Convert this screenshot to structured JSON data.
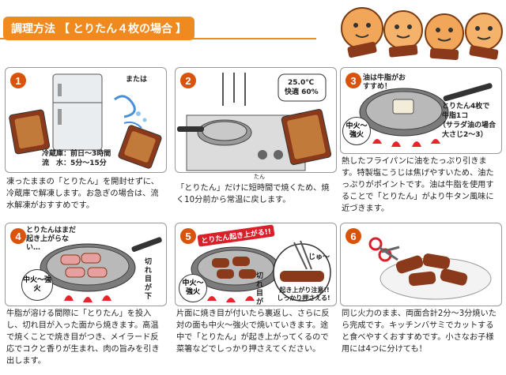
{
  "header": {
    "title": "調理方法",
    "subtitle": "とりたん４枚の場合"
  },
  "steps": [
    {
      "number": "1",
      "text": "凍ったままの「とりたん」を開封せずに、冷蔵庫で解凍します。お急ぎの場合は、流水解凍がおすすめです。",
      "labels": {
        "alt": "または",
        "time1": "冷蔵庫：前日〜3時間",
        "time2": "流　水：5分〜15分"
      }
    },
    {
      "number": "2",
      "text": "「とりたん」だけに短時間で焼くため、焼く10分前から常温に戻します。",
      "labels": {
        "furigana": "たん",
        "thermo": "25.0℃",
        "humid": "快適 60%"
      }
    },
    {
      "number": "3",
      "text": "熱したフライパンに油をたっぷり引きます。特製塩こうじは焦げやすいため、油たっぷりがポイントです。油は牛脂を使用することで「とりたん」がより牛タン風味に近づきます。",
      "labels": {
        "fat": "油は牛脂がおすすめ！",
        "fire": "中火〜強火",
        "amount1": "とりたん4枚で",
        "amount2": "牛脂1コ",
        "amount3": "（サラダ油の場合",
        "amount4": "大さじ2〜3）"
      }
    },
    {
      "number": "4",
      "text": "牛脂が溶ける間際に「とりたん」を投入し、切れ目が入った面から焼きます。高温で焼くことで焼き目がつき、メイラード反応でコクと香りが生まれ、肉の旨みを引き出します。",
      "labels": {
        "bend": "とりたんはまだ起き上がらない…",
        "fire": "中火〜強火",
        "cut": "切れ目が下"
      }
    },
    {
      "number": "5",
      "text": "片面に焼き目が付いたら裏返し、さらに反対の面も中火〜強火で焼いていきます。途中で「とりたん」が起き上がってくるので菜箸などでしっかり押さえてください。",
      "labels": {
        "rise": "とりたん起き上がる!!",
        "fire": "中火〜強火",
        "cut": "切れ目が上",
        "sizzle": "じゅ〜",
        "caution1": "起き上がり注意!!",
        "caution2": "しっかり押さえる!"
      }
    },
    {
      "number": "6",
      "text": "同じ火力のまま、両面合計2分〜3分焼いたら完成です。キッチンバサミでカットすると食べやすくおすすめです。小さなお子様用には4つに分けても！",
      "labels": {}
    }
  ],
  "colors": {
    "accent": "#f08a1f",
    "number_bg": "#d9530a",
    "red": "#d9202a",
    "meat": "#8a3a1a"
  }
}
